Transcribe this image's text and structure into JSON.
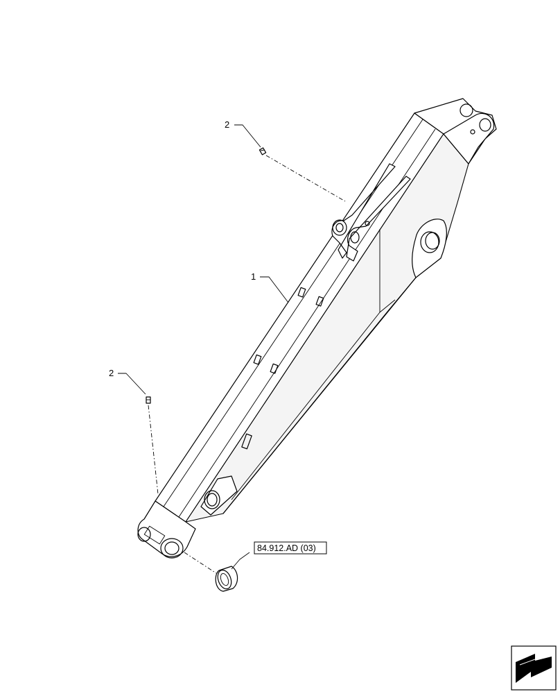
{
  "callouts": {
    "part1": "1",
    "part2_top": "2",
    "part2_left": "2"
  },
  "reference": {
    "label": "84.912.AD (03)"
  },
  "nav_icon": "arrow-icon"
}
